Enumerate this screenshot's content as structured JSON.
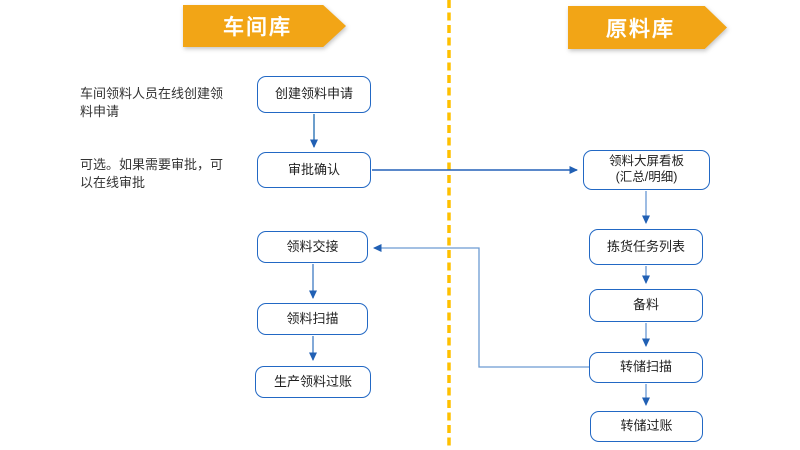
{
  "lanes": {
    "workshop": {
      "banner_label": "车间库"
    },
    "raw_material": {
      "banner_label": "原料库"
    }
  },
  "annotations": {
    "create_note": "车间领料人员在线创建领料申请",
    "approval_note": "可选。如果需要审批，可以在线审批"
  },
  "nodes": {
    "create_request": {
      "label": "创建领料申请"
    },
    "approve_confirm": {
      "label": "审批确认"
    },
    "material_handover": {
      "label": "领料交接"
    },
    "material_scan": {
      "label": "领料扫描"
    },
    "production_issue_posting": {
      "label": "生产领料过账"
    },
    "dashboard": {
      "label_line1": "领料大屏看板",
      "label_line2": "(汇总/明细)"
    },
    "picking_task_list": {
      "label": "拣货任务列表"
    },
    "material_staging": {
      "label": "备料"
    },
    "transfer_scan": {
      "label": "转储扫描"
    },
    "transfer_posting": {
      "label": "转储过账"
    }
  },
  "colors": {
    "banner_fill": "#F2A516",
    "banner_text": "#FFFFFF",
    "divider_dashed": "#FFC000",
    "node_border": "#2268C4",
    "connector_dark": "#2361B8",
    "connector_medium": "#3E7BC4",
    "connector_light": "#5B8FD0",
    "arrowhead": "#2160B4",
    "note_text": "#333333"
  }
}
